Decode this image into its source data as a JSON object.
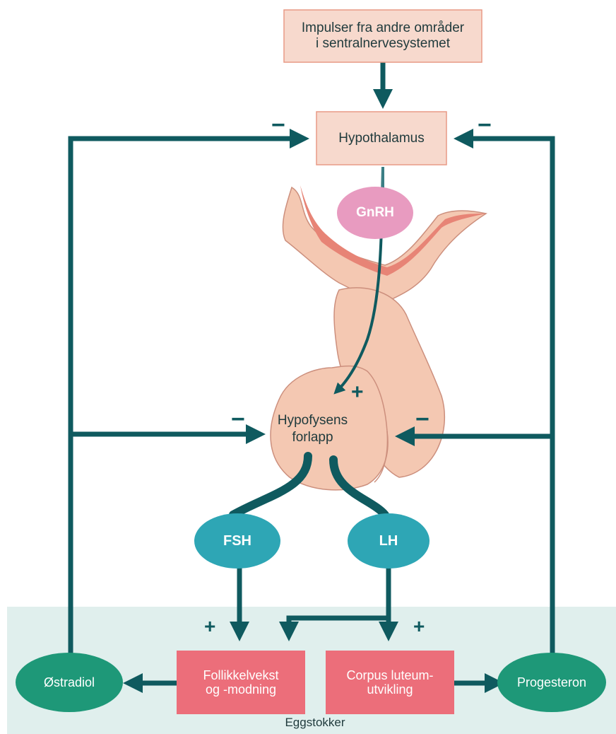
{
  "colors": {
    "arrow": "#0f5a5f",
    "ovary_bg": "#e0efed",
    "box_light": "#f7d9cd",
    "box_light_border": "#e89a86",
    "box_pink": "#ec6e7a",
    "hormone_teal": "#2ea6b5",
    "hormone_green": "#1e9878",
    "gnrh_pink": "#e89bc0",
    "gland": "#f4c8b2",
    "gland_border": "#cc8f7d",
    "stalk_red": "#e78476"
  },
  "impulses_box": {
    "line1": "Impulser fra andre områder",
    "line2": "i sentralnervesystemet"
  },
  "hypothalamus_box": {
    "label": "Hypothalamus"
  },
  "gnrh": {
    "label": "GnRH"
  },
  "pituitary": {
    "line1": "Hypofysens",
    "line2": "forlapp"
  },
  "fsh": {
    "label": "FSH"
  },
  "lh": {
    "label": "LH"
  },
  "follicle_box": {
    "line1": "Follikkelvekst",
    "line2": "og -modning"
  },
  "corpus_box": {
    "line1": "Corpus luteum-",
    "line2": "utvikling"
  },
  "estradiol": {
    "label": "Østradiol"
  },
  "progesterone": {
    "label": "Progesteron"
  },
  "ovaries": {
    "label": "Eggstokker"
  },
  "signs": {
    "minus": "−",
    "plus": "+"
  }
}
